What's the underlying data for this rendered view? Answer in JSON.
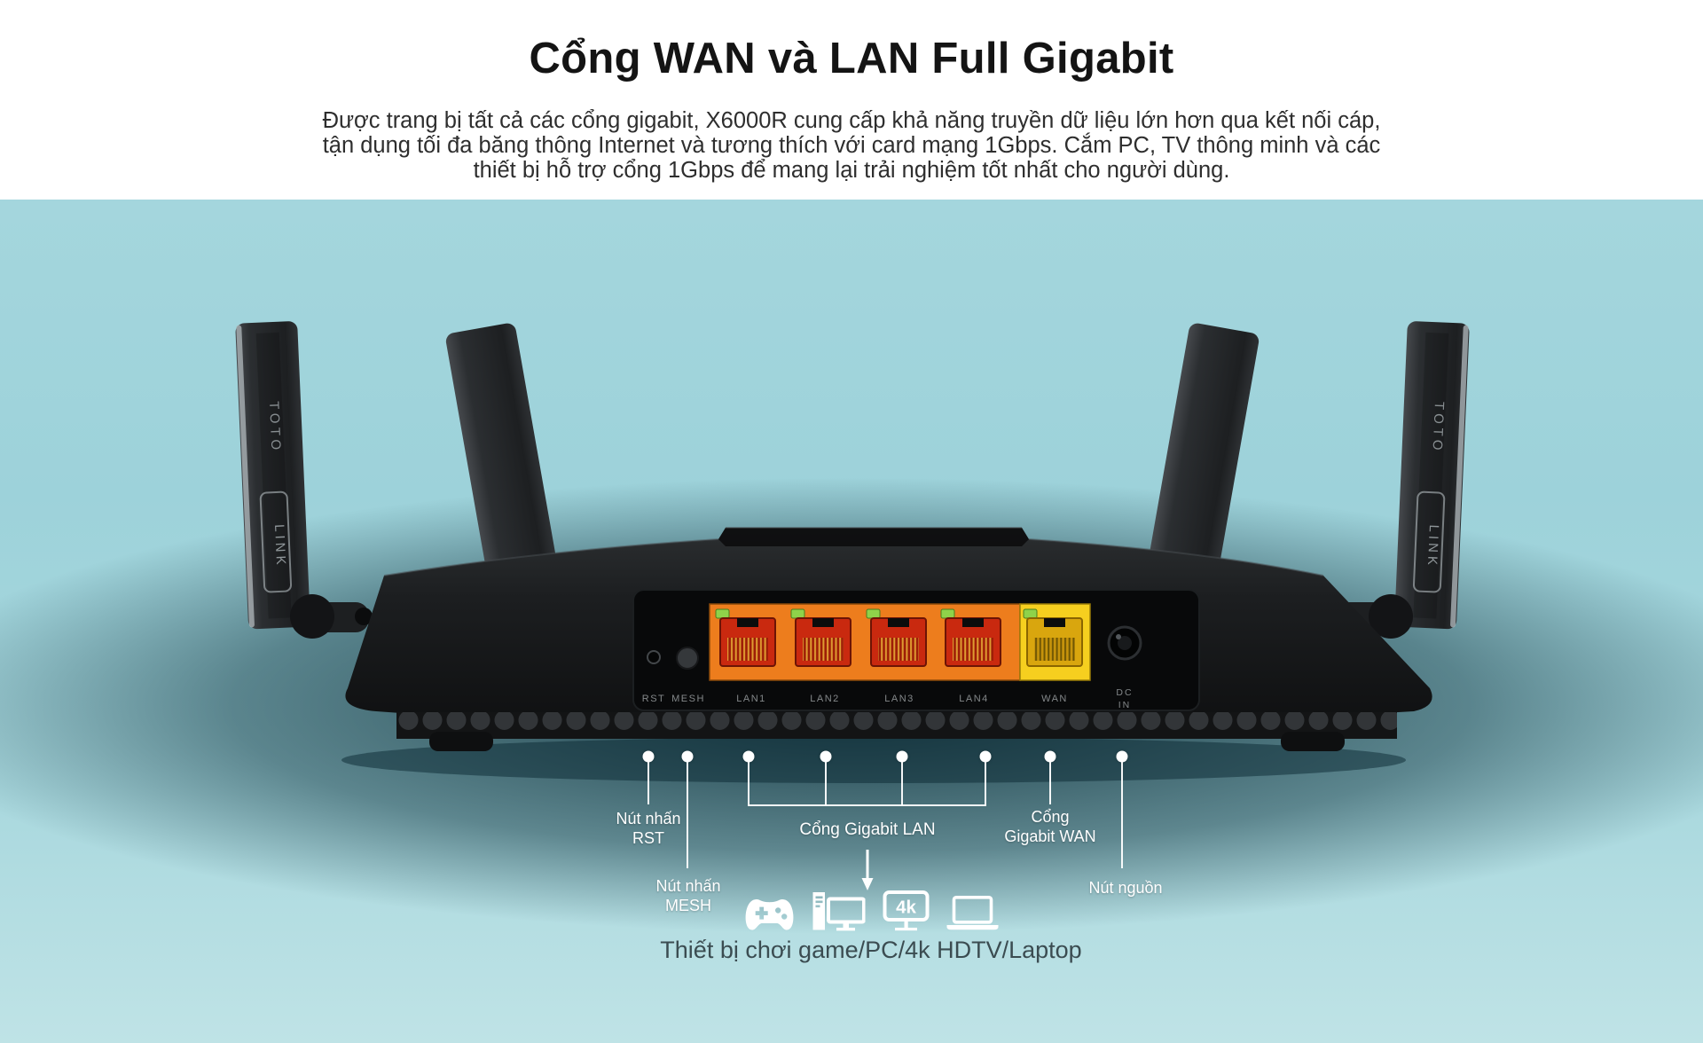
{
  "header": {
    "title": "Cổng WAN và LAN Full Gigabit",
    "description_lines": [
      "Được trang bị tất cả các cổng gigabit, X6000R cung cấp khả năng truyền dữ liệu lớn hơn qua kết nối cáp,",
      "tận dụng tối đa băng thông Internet và tương thích với card mạng 1Gbps. Cắm PC, TV thông minh và các",
      "thiết bị hỗ trợ cổng 1Gbps để mang lại trải nghiệm tốt nhất cho người dùng."
    ]
  },
  "router": {
    "brand_top": "TOTO",
    "brand_bottom": "LINK",
    "port_labels": [
      "RST",
      "MESH",
      "LAN1",
      "LAN2",
      "LAN3",
      "LAN4",
      "WAN"
    ],
    "dc_label": [
      "DC",
      "IN"
    ]
  },
  "callouts": {
    "rst": [
      "Nút nhấn",
      "RST"
    ],
    "mesh": [
      "Nút nhấn",
      "MESH"
    ],
    "lan": "Cổng Gigabit LAN",
    "wan": [
      "Cổng",
      "Gigabit WAN"
    ],
    "power": "Nút nguồn"
  },
  "devices": {
    "badge_4k": "4k",
    "caption": "Thiết bị chơi game/PC/4k HDTV/Laptop",
    "icons": [
      "gamepad-icon",
      "desktop-pc-icon",
      "4k-tv-icon",
      "laptop-icon"
    ]
  },
  "colors": {
    "section_bg_light": "#a6d7de",
    "section_vignette": "#0c2c36",
    "lan_panel_orange": "#ed7d1d",
    "lan_port_red": "#c9290f",
    "wan_panel_yellow": "#f6cf1f",
    "wan_port_gold": "#d9a60e",
    "led_green": "#8fd24a",
    "callout_text": "#ffffff",
    "caption_text": "#3b4c51",
    "title_text": "#141414"
  }
}
